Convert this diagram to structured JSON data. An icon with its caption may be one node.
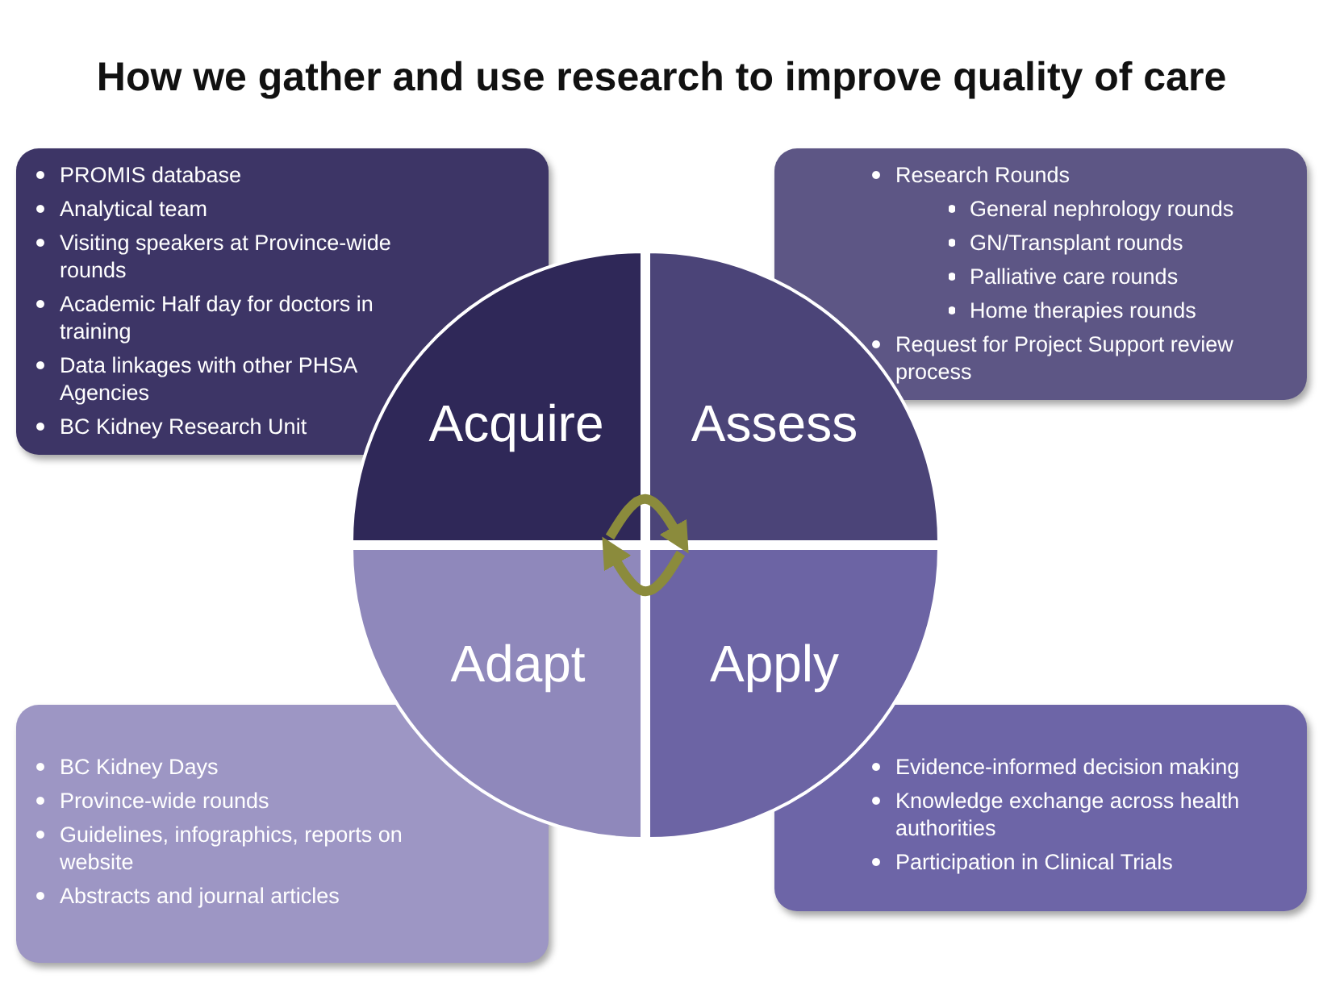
{
  "diagram": {
    "title": "How we gather and use research to improve quality of care",
    "nodes": [
      {
        "text": [
          "PROMIS database",
          "Analytical team",
          "Visiting speakers at Province-wide rounds",
          "Academic Half day for doctors in training",
          "Data linkages with other PHSA Agencies",
          "BC Kidney Research Unit"
        ]
      },
      {
        "text": [
          "Research Rounds",
          "General nephrology rounds",
          "GN/Transplant rounds",
          "Palliative care rounds",
          "Home therapies rounds",
          "Request for Project Support review process"
        ]
      },
      {
        "text": [
          "Acquire"
        ]
      },
      {
        "text": [
          "Assess"
        ]
      },
      {
        "text": [
          "Adapt"
        ]
      },
      {
        "text": [
          "Apply"
        ]
      },
      {
        "text": [
          "BC Kidney Days",
          "Province-wide rounds",
          "Guidelines, infographics, reports on website",
          "Abstracts and journal articles"
        ]
      },
      {
        "text": [
          "Evidence-informed decision making",
          "Knowledge exchange across health authorities",
          "Participation in Clinical Trials"
        ]
      }
    ],
    "edges": [
      {
        "from": 2,
        "to": 3,
        "arrow": "to"
      },
      {
        "from": 5,
        "to": 4,
        "arrow": "to"
      }
    ]
  }
}
